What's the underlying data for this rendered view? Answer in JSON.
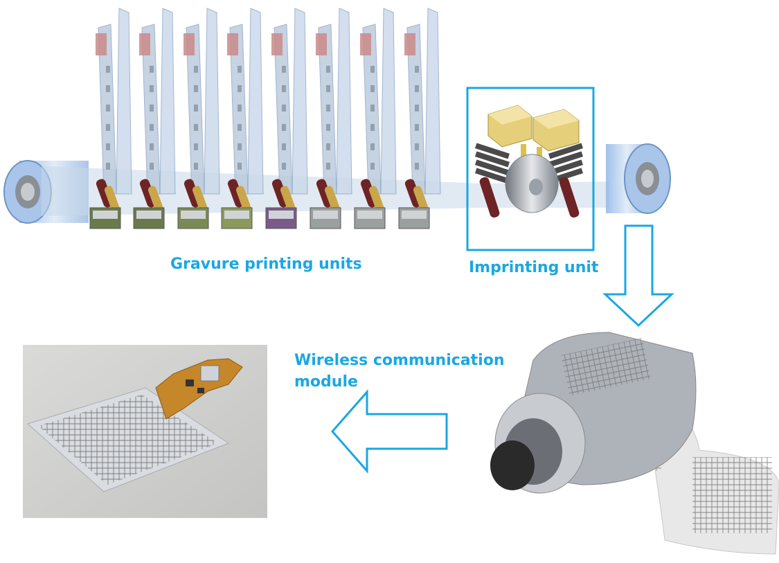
{
  "labels": {
    "gravure": "Gravure printing units",
    "imprinting": "Imprinting unit",
    "wireless_line1": "Wireless communication",
    "wireless_line2": "module"
  },
  "colors": {
    "accent": "#1aa7e3",
    "film": "#b8c9dc",
    "roller": "#7a2a2a",
    "gold": "#c9a64a",
    "press_block": "#e6cf7a"
  },
  "icons": {
    "arrow_down": "flow-arrow-down-icon",
    "arrow_left": "flow-arrow-left-icon"
  }
}
